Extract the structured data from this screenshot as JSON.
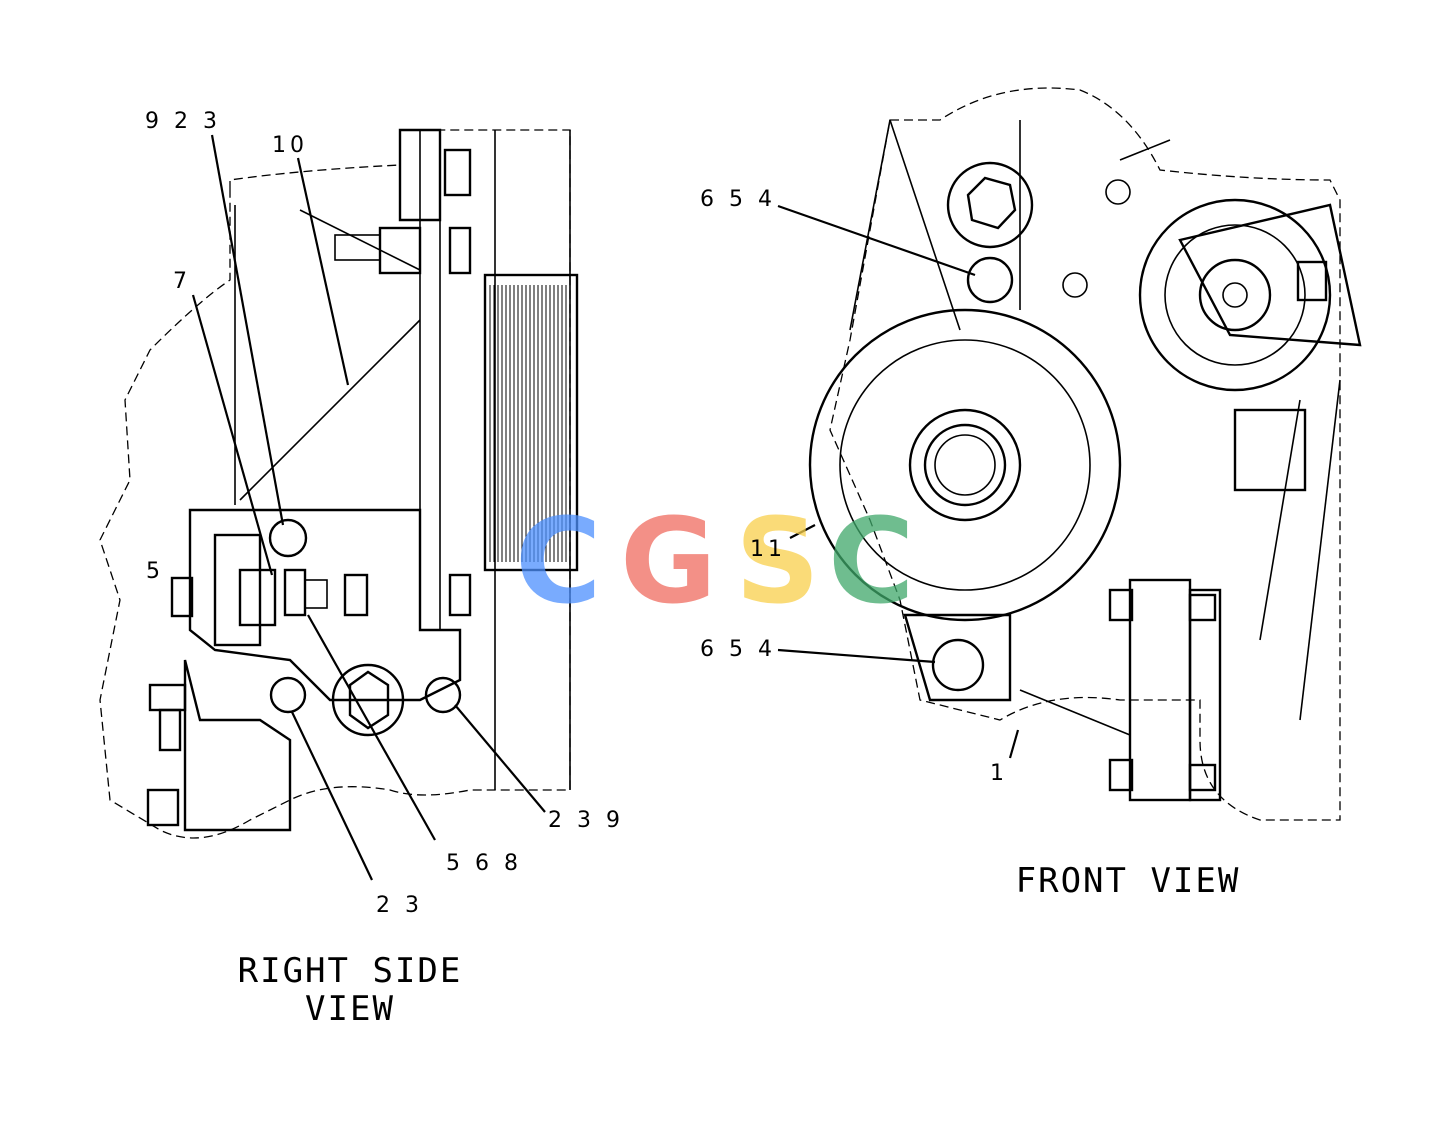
{
  "views": {
    "right_side": {
      "title_line1": "RIGHT SIDE",
      "title_line2": "VIEW"
    },
    "front": {
      "title": "FRONT VIEW"
    }
  },
  "callouts": {
    "right_side": {
      "c923": "9 2 3",
      "c10": "10",
      "c7": "7",
      "c5": "5",
      "c239": "2 3 9",
      "c568": "5 6 8",
      "c23": "2 3"
    },
    "front": {
      "c654_top": "6 5 4",
      "c11": "11",
      "c654_bottom": "6 5 4",
      "c1": "1"
    }
  },
  "watermark": {
    "letters": [
      "C",
      "G",
      "S",
      "C"
    ],
    "colors": [
      "#4d90fe",
      "#ef6c5f",
      "#f9d04b",
      "#3fa86a"
    ]
  }
}
